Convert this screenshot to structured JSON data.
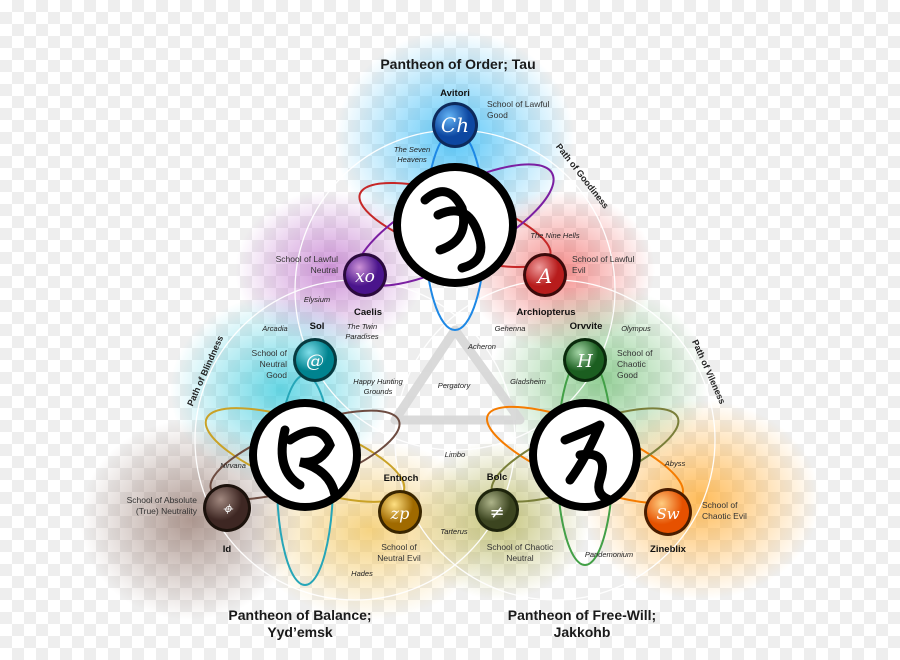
{
  "titles": {
    "order": "Pantheon of Order; Tau",
    "balance_1": "Pantheon of Balance;",
    "balance_2": "Yyd’emsk",
    "freewill_1": "Pantheon of Free-Will;",
    "freewill_2": "Jakkohb"
  },
  "paths": {
    "goodiness": "Path of Goodiness",
    "blindness": "Path of Blindness",
    "vileness": "Path of Vileness"
  },
  "deities": {
    "avitori": "Avitori",
    "caelis": "Caelis",
    "archiopterus": "Archiopterus",
    "sol": "Sol",
    "orvvite": "Orvvite",
    "entioch": "Entioch",
    "bolc": "Bolc",
    "id": "Id",
    "zineblix": "Zineblix"
  },
  "schools": {
    "lawful_good_1": "School of Lawful",
    "lawful_good_2": "Good",
    "lawful_neutral_1": "School of Lawful",
    "lawful_neutral_2": "Neutral",
    "lawful_evil_1": "School of Lawful",
    "lawful_evil_2": "Evil",
    "neutral_good_1": "School of",
    "neutral_good_2": "Neutral",
    "neutral_good_3": "Good",
    "chaotic_good_1": "School of",
    "chaotic_good_2": "Chaotic",
    "chaotic_good_3": "Good",
    "absolute_1": "School of Absolute",
    "absolute_2": "(True) Neutrality",
    "neutral_evil_1": "School of",
    "neutral_evil_2": "Neutral Evil",
    "chaotic_neutral_1": "School of Chaotic",
    "chaotic_neutral_2": "Neutral",
    "chaotic_evil_1": "School of",
    "chaotic_evil_2": "Chaotic Evil"
  },
  "planes": {
    "seven_heavens_1": "The Seven",
    "seven_heavens_2": "Heavens",
    "nine_hells": "The Nine Hells",
    "elysium": "Elysium",
    "arcadia": "Arcadia",
    "twin_paradises_1": "The Twin",
    "twin_paradises_2": "Paradises",
    "gehenna": "Gehenna",
    "acheron": "Acheron",
    "olympus": "Olympus",
    "happy_hunting_1": "Happy Hunting",
    "happy_hunting_2": "Grounds",
    "pergatory": "Pergatory",
    "gladsheim": "Gladsheim",
    "nirvana": "Nirvana",
    "limbo": "Limbo",
    "abyss": "Abyss",
    "tarterus": "Tarterus",
    "pandemonium": "Pandemonium",
    "hades": "Hades"
  },
  "colors": {
    "blue": "#1565c0",
    "purple": "#6a1b9a",
    "red": "#c62828",
    "teal": "#0097a7",
    "green": "#2e7d32",
    "gold": "#b8860b",
    "olive": "#4e5a2b",
    "brown": "#4e3b2c",
    "orange": "#ef6c00"
  }
}
